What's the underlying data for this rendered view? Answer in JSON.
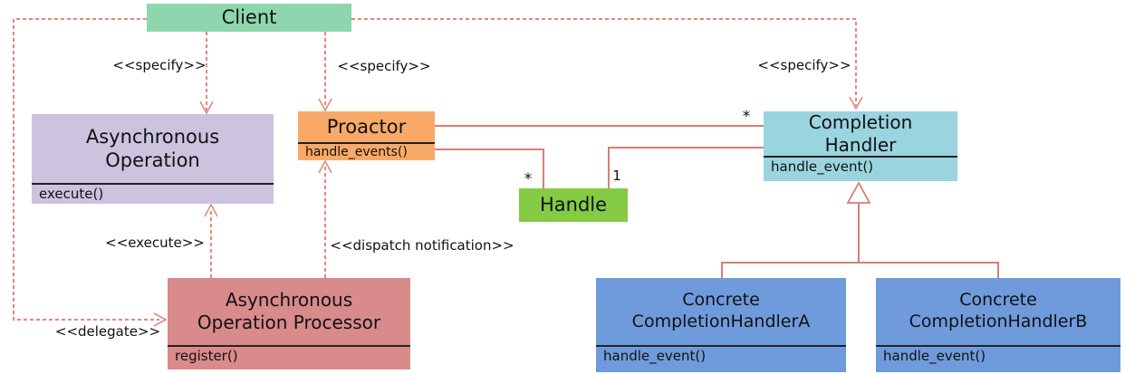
{
  "diagram": {
    "title": "Proactor pattern UML class diagram",
    "colors": {
      "client_fill": "#8ed6ad",
      "handle_fill": "#85ca43",
      "async_operation_fill": "#ccc3df",
      "proactor_fill": "#f8a968",
      "processor_fill": "#d98a8a",
      "completion_handler_fill": "#9ad4df",
      "concrete_fill": "#6f9bdc",
      "solid_line": "#d87f72",
      "dashed_line": "#e0897d"
    },
    "classes": {
      "client": {
        "name": "Client"
      },
      "async_operation": {
        "name": "Asynchronous\nOperation",
        "method": "execute()"
      },
      "proactor": {
        "name": "Proactor",
        "method": "handle_events()"
      },
      "handle": {
        "name": "Handle"
      },
      "async_processor": {
        "name": "Asynchronous\nOperation Processor",
        "method": "register()"
      },
      "completion_handler": {
        "name": "Completion\nHandler",
        "method": "handle_event()"
      },
      "concrete_handler_a": {
        "name": "Concrete\nCompletionHandlerA",
        "method": "handle_event()"
      },
      "concrete_handler_b": {
        "name": "Concrete\nCompletionHandlerB",
        "method": "handle_event()"
      }
    },
    "labels": {
      "specify_async_op": "<<specify>>",
      "specify_proactor": "<<specify>>",
      "specify_completion_handler": "<<specify>>",
      "execute": "<<execute>>",
      "delegate": "<<delegate>>",
      "dispatch_notification": "<<dispatch notification>>"
    },
    "multiplicities": {
      "proactor_completion_star": "*",
      "proactor_handle_star": "*",
      "handle_completion_one": "1"
    }
  }
}
